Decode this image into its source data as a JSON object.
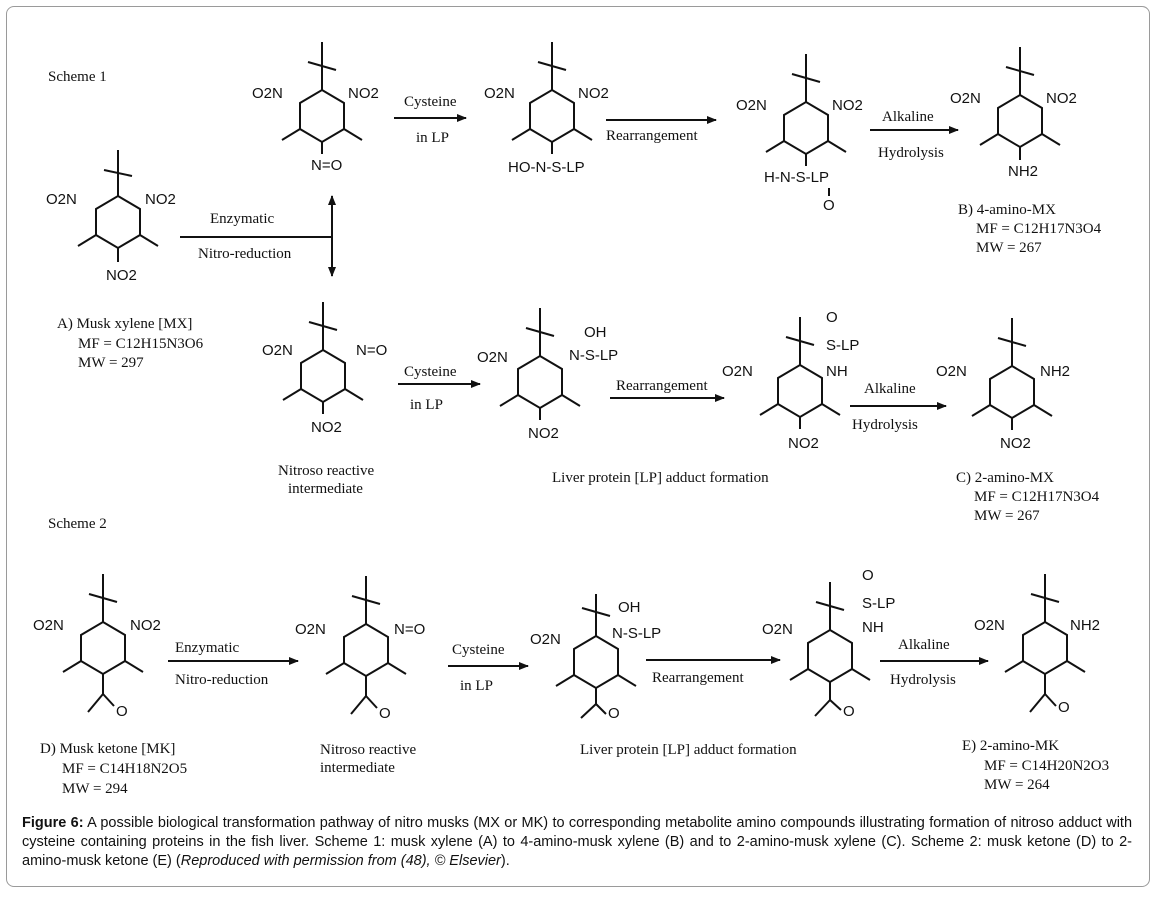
{
  "scheme1": {
    "title": "Scheme 1",
    "mx": {
      "label": "A) Musk xylene [MX]",
      "mf": "MF = C12H15N3O6",
      "mw": "MW = 297"
    },
    "b": {
      "label": "B) 4-amino-MX",
      "mf": "MF = C12H17N3O4",
      "mw": "MW = 267"
    },
    "c": {
      "label": "C) 2-amino-MX",
      "mf": "MF = C12H17N3O4",
      "mw": "MW = 267"
    },
    "nitroso": {
      "line1": "Nitroso reactive",
      "line2": "intermediate"
    },
    "adduct": "Liver protein [LP] adduct formation",
    "arrows": {
      "enzymatic": "Enzymatic",
      "nitro_reduction": "Nitro-reduction",
      "cysteine": "Cysteine",
      "in_lp": "in LP",
      "rearrangement": "Rearrangement",
      "alkaline": "Alkaline",
      "hydrolysis": "Hydrolysis"
    },
    "groups": {
      "o2n": "O2N",
      "no2": "NO2",
      "n_eq_o": "N=O",
      "nh2": "NH2",
      "ho_n_s_lp": "HO-N-S-LP",
      "h_n_s_lp": "H-N-S-LP",
      "s_lp": "S-LP",
      "n_s_lp": "N-S-LP",
      "oh": "OH",
      "nh": "NH",
      "o": "O"
    }
  },
  "scheme2": {
    "title": "Scheme 2",
    "d": {
      "label": "D) Musk ketone [MK]",
      "mf": "MF = C14H18N2O5",
      "mw": "MW = 294"
    },
    "e": {
      "label": "E) 2-amino-MK",
      "mf": "MF = C14H20N2O3",
      "mw": "MW = 264"
    },
    "nitroso": {
      "line1": "Nitroso reactive",
      "line2": "intermediate"
    },
    "adduct": "Liver protein [LP] adduct formation"
  },
  "caption": {
    "figure_label": "Figure 6:",
    "text": " A possible biological transformation pathway of nitro musks (MX or MK) to corresponding metabolite amino compounds illustrating formation of nitroso adduct with cysteine containing proteins in the fish liver. Scheme 1: musk xylene (A) to 4-amino-musk xylene (B) and to 2-amino-musk xylene (C). Scheme 2: musk ketone (D) to 2-amino-musk ketone (E) (",
    "credit": "Reproduced with permission from (48), © Elsevier",
    "end": ")."
  }
}
